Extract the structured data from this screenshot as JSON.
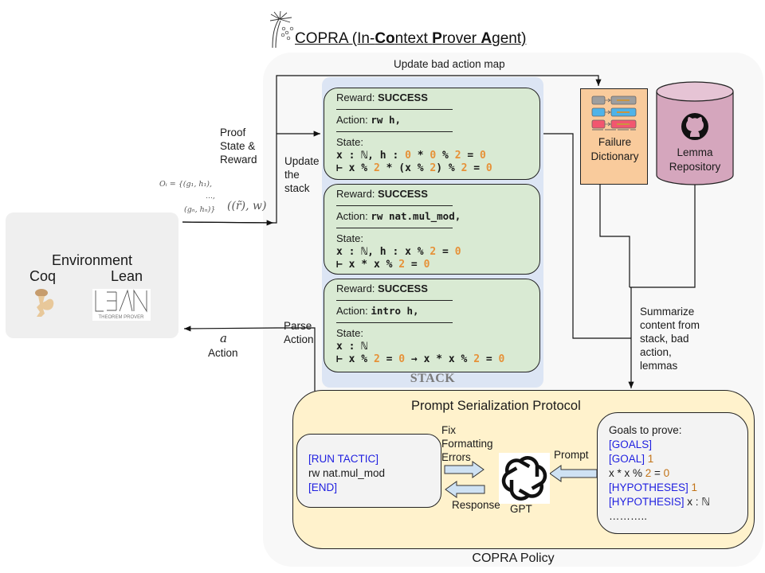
{
  "title": {
    "parts": [
      {
        "text": "COPRA (In-",
        "bold": false
      },
      {
        "text": "Co",
        "bold": true
      },
      {
        "text": "ntext ",
        "bold": false
      },
      {
        "text": "P",
        "bold": true
      },
      {
        "text": "rover ",
        "bold": false
      },
      {
        "text": "A",
        "bold": true
      },
      {
        "text": "gent)",
        "bold": false
      }
    ],
    "icon": "palm-tree-icon"
  },
  "edges": {
    "update_bad_action_map": "Update bad action map",
    "proof_state_reward": [
      "Proof",
      "State &",
      "Reward"
    ],
    "update_stack": [
      "Update",
      "the",
      "stack"
    ],
    "parse_action": [
      "Parse",
      "Action"
    ],
    "action_symbol": "a",
    "action_label": "Action",
    "observation_math_line1": "Oᵢ = {(g₁, h₁),",
    "observation_math_dots": "…,",
    "observation_math_line2": "(gₙ, hₙ)}",
    "reward_math": "((r̃), w)",
    "summarize": [
      "Summarize",
      "content from",
      "stack, bad",
      "action,",
      "lemmas"
    ],
    "fix_formatting": [
      "Fix",
      "Formatting",
      "Errors"
    ],
    "prompt": "Prompt",
    "response": "Response"
  },
  "environment": {
    "title": "Environment",
    "coq_label": "Coq",
    "lean_label": "Lean",
    "lean_logo_caption": "THEOREM PROVER"
  },
  "stack": {
    "title": "STACK",
    "cards": [
      {
        "reward_label": "Reward:",
        "reward_value": "SUCCESS",
        "action_label": "Action:",
        "action_value": "rw h,",
        "state_label": "State:",
        "state_lines": [
          [
            {
              "t": "x : ℕ, h : ",
              "c": ""
            },
            {
              "t": "0",
              "c": "num"
            },
            {
              "t": " * ",
              "c": ""
            },
            {
              "t": "0",
              "c": "num"
            },
            {
              "t": " % ",
              "c": ""
            },
            {
              "t": "2",
              "c": "num"
            },
            {
              "t": " = ",
              "c": ""
            },
            {
              "t": "0",
              "c": "num"
            }
          ],
          [
            {
              "t": "⊢ x % ",
              "c": ""
            },
            {
              "t": "2",
              "c": "num"
            },
            {
              "t": " * (x % ",
              "c": ""
            },
            {
              "t": "2",
              "c": "num"
            },
            {
              "t": ") % ",
              "c": ""
            },
            {
              "t": "2",
              "c": "num"
            },
            {
              "t": " = ",
              "c": ""
            },
            {
              "t": "0",
              "c": "num"
            }
          ]
        ]
      },
      {
        "reward_label": "Reward:",
        "reward_value": "SUCCESS",
        "action_label": "Action:",
        "action_value": "rw nat.mul_mod,",
        "state_label": "State:",
        "state_lines": [
          [
            {
              "t": "x : ℕ, h : x % ",
              "c": ""
            },
            {
              "t": "2",
              "c": "num"
            },
            {
              "t": " = ",
              "c": ""
            },
            {
              "t": "0",
              "c": "num"
            }
          ],
          [
            {
              "t": "⊢ x * x % ",
              "c": ""
            },
            {
              "t": "2",
              "c": "num"
            },
            {
              "t": " = ",
              "c": ""
            },
            {
              "t": "0",
              "c": "num"
            }
          ]
        ]
      },
      {
        "reward_label": "Reward:",
        "reward_value": "SUCCESS",
        "action_label": "Action:",
        "action_value": "intro h,",
        "state_label": "State:",
        "state_lines": [
          [
            {
              "t": "x : ℕ",
              "c": ""
            }
          ],
          [
            {
              "t": "⊢ x % ",
              "c": ""
            },
            {
              "t": "2",
              "c": "num"
            },
            {
              "t": " = ",
              "c": ""
            },
            {
              "t": "0",
              "c": "num"
            },
            {
              "t": " → x * x % ",
              "c": ""
            },
            {
              "t": "2",
              "c": "num"
            },
            {
              "t": " = ",
              "c": ""
            },
            {
              "t": "0",
              "c": "num"
            }
          ]
        ]
      }
    ]
  },
  "failure_dictionary": {
    "label": [
      "Failure",
      "Dictionary"
    ],
    "icon": "dictionary-map-icon",
    "colors": [
      "#9e9e9e",
      "#4fb3e8",
      "#f2566f"
    ]
  },
  "lemma_repository": {
    "label": [
      "Lemma",
      "Repository"
    ],
    "icon": "github-icon",
    "color": "#d5a6bd"
  },
  "prompt_serialization": {
    "title": "Prompt Serialization Protocol",
    "response_box": [
      [
        {
          "t": "[RUN TACTIC]",
          "c": "blue"
        }
      ],
      [
        {
          "t": "rw nat.mul_mod",
          "c": ""
        }
      ],
      [
        {
          "t": "[END]",
          "c": "blue"
        }
      ]
    ],
    "gpt_label": "GPT",
    "goals_box": [
      [
        {
          "t": "Goals to prove:",
          "c": ""
        }
      ],
      [
        {
          "t": "[GOALS]",
          "c": "blue"
        }
      ],
      [
        {
          "t": "[GOAL] ",
          "c": "blue"
        },
        {
          "t": "1",
          "c": "brown"
        }
      ],
      [
        {
          "t": "x * x % ",
          "c": ""
        },
        {
          "t": "2",
          "c": "brown"
        },
        {
          "t": " = ",
          "c": ""
        },
        {
          "t": "0",
          "c": "brown"
        }
      ],
      [
        {
          "t": "[HYPOTHESES] ",
          "c": "blue"
        },
        {
          "t": "1",
          "c": "brown"
        }
      ],
      [
        {
          "t": "[HYPOTHESIS] ",
          "c": "blue"
        },
        {
          "t": "x : ℕ",
          "c": ""
        }
      ],
      [
        {
          "t": "………..",
          "c": ""
        }
      ]
    ]
  },
  "policy_label": "COPRA Policy",
  "colors": {
    "stack_card": "#d9ead3",
    "stack_bg": "#dce5f4",
    "failure_dict": "#f9cb9c",
    "lemma_repo": "#d5a6bd",
    "psp_bg": "#fff2cc",
    "number_orange": "#e69138",
    "tag_blue": "#1f1fe0",
    "arrow_fill": "#cfe2f3"
  }
}
